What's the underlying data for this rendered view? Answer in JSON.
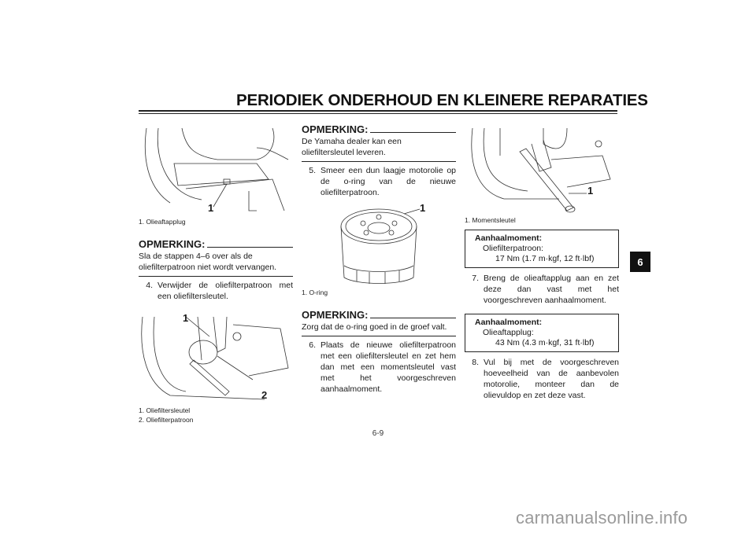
{
  "header": {
    "title": "PERIODIEK ONDERHOUD EN KLEINERE REPARATIES"
  },
  "chapter_tab": "6",
  "page_number": "6-9",
  "watermark": "carmanualsonline.info",
  "column1": {
    "figure1": {
      "callout": "1",
      "captions": [
        "1. Olieaftapplug"
      ]
    },
    "note": {
      "heading": "OPMERKING:",
      "text": "Sla de stappen 4–6 over als de oliefilterpatroon niet wordt vervangen."
    },
    "step4": {
      "num": "4.",
      "text": "Verwijder de oliefilterpatroon met een oliefiltersleutel."
    },
    "figure2": {
      "callouts": [
        "1",
        "2"
      ],
      "captions": [
        "1. Oliefiltersleutel",
        "2. Oliefilterpatroon"
      ]
    }
  },
  "column2": {
    "note1": {
      "heading": "OPMERKING:",
      "text": "De Yamaha dealer kan een oliefiltersleutel leveren."
    },
    "step5": {
      "num": "5.",
      "text": "Smeer een dun laagje motorolie op de o-ring van de nieuwe oliefilterpatroon."
    },
    "figure3": {
      "callout": "1",
      "captions": [
        "1. O-ring"
      ]
    },
    "note2": {
      "heading": "OPMERKING:",
      "text": "Zorg dat de o-ring goed in de groef valt."
    },
    "step6": {
      "num": "6.",
      "text": "Plaats de nieuwe oliefilterpatroon met een oliefiltersleutel en zet hem dan met een momentsleutel vast met het voorgeschreven aanhaalmoment."
    }
  },
  "column3": {
    "figure4": {
      "callout": "1",
      "captions": [
        "1. Momentsleutel"
      ]
    },
    "torque1": {
      "heading": "Aanhaalmoment:",
      "item": "Oliefilterpatroon:",
      "value": "17 Nm (1.7 m·kgf, 12 ft·lbf)"
    },
    "step7": {
      "num": "7.",
      "text": "Breng de olieaftapplug aan en zet deze dan vast met het voorgeschreven aanhaalmoment."
    },
    "torque2": {
      "heading": "Aanhaalmoment:",
      "item": "Olieaftapplug:",
      "value": "43 Nm (4.3 m·kgf, 31 ft·lbf)"
    },
    "step8": {
      "num": "8.",
      "text": "Vul bij met de voorgeschreven hoeveelheid van de aanbevolen motorolie, monteer dan de olievuldop en zet deze vast."
    }
  }
}
